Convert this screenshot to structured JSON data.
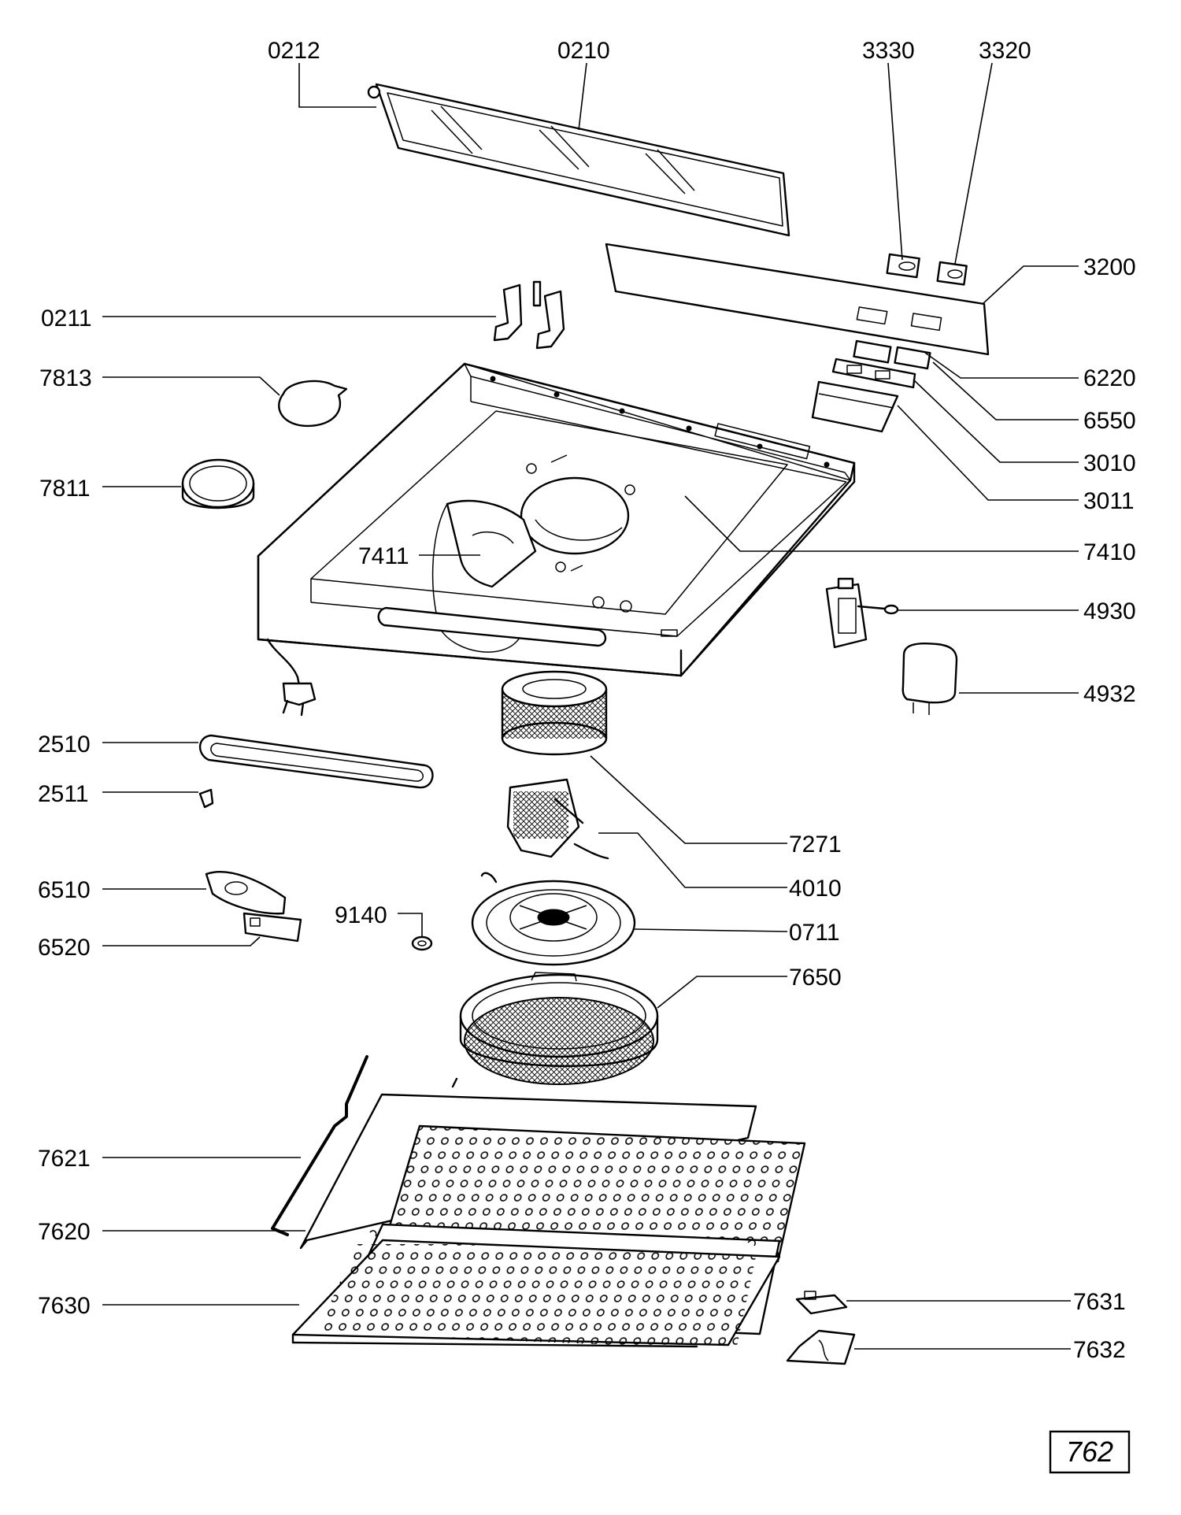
{
  "parts": [
    {
      "id": "p0212",
      "code": "0212"
    },
    {
      "id": "p0210",
      "code": "0210"
    },
    {
      "id": "p3330",
      "code": "3330"
    },
    {
      "id": "p3320",
      "code": "3320"
    },
    {
      "id": "p3200",
      "code": "3200"
    },
    {
      "id": "p0211",
      "code": "0211"
    },
    {
      "id": "p7813",
      "code": "7813"
    },
    {
      "id": "p6220",
      "code": "6220"
    },
    {
      "id": "p6550",
      "code": "6550"
    },
    {
      "id": "p3010",
      "code": "3010"
    },
    {
      "id": "p7811",
      "code": "7811"
    },
    {
      "id": "p3011",
      "code": "3011"
    },
    {
      "id": "p7411",
      "code": "7411"
    },
    {
      "id": "p7410",
      "code": "7410"
    },
    {
      "id": "p4930",
      "code": "4930"
    },
    {
      "id": "p4932",
      "code": "4932"
    },
    {
      "id": "p2510",
      "code": "2510"
    },
    {
      "id": "p2511",
      "code": "2511"
    },
    {
      "id": "p7271",
      "code": "7271"
    },
    {
      "id": "p4010",
      "code": "4010"
    },
    {
      "id": "p6510",
      "code": "6510"
    },
    {
      "id": "p9140",
      "code": "9140"
    },
    {
      "id": "p0711",
      "code": "0711"
    },
    {
      "id": "p6520",
      "code": "6520"
    },
    {
      "id": "p7650",
      "code": "7650"
    },
    {
      "id": "p7621",
      "code": "7621"
    },
    {
      "id": "p7620",
      "code": "7620"
    },
    {
      "id": "p7630",
      "code": "7630"
    },
    {
      "id": "p7631",
      "code": "7631"
    },
    {
      "id": "p7632",
      "code": "7632"
    }
  ],
  "page_ref": "762"
}
